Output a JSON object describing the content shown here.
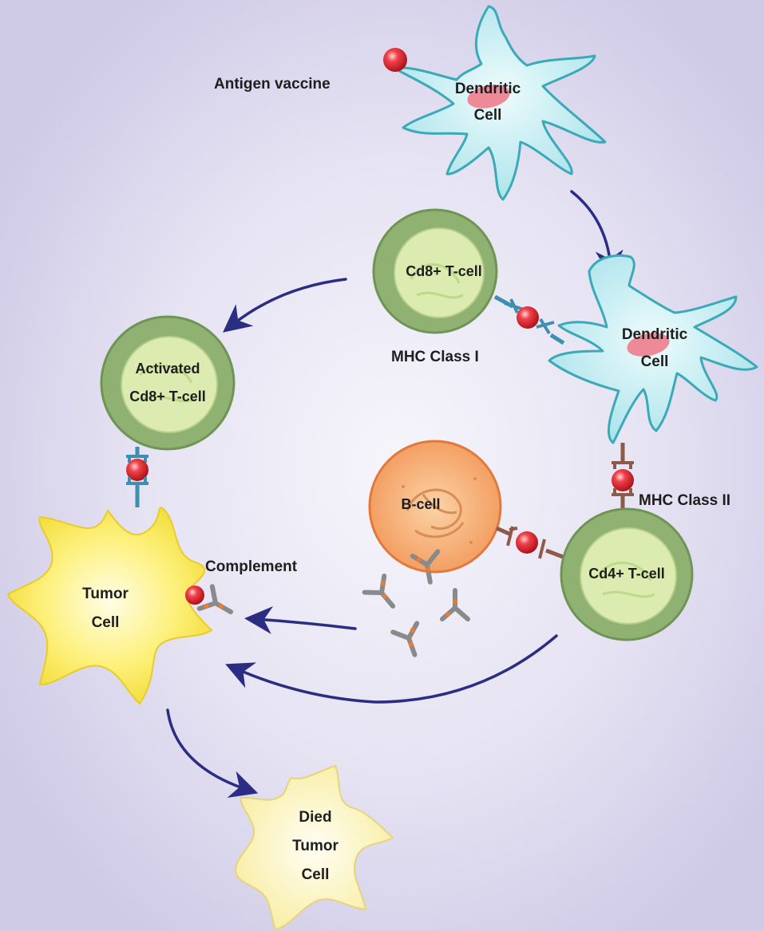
{
  "labels": {
    "antigen_vaccine": "Antigen vaccine",
    "dendritic_cell_1": [
      "Dendritic",
      "Cell"
    ],
    "dendritic_cell_2": [
      "Dendritic",
      "Cell"
    ],
    "cd8_t_cell": "Cd8+ T-cell",
    "mhc_class_1": "MHC Class I",
    "activated_cd8_t_cell": [
      "Activated",
      "Cd8+ T-cell"
    ],
    "mhc_class_2": "MHC Class II",
    "b_cell": "B-cell",
    "cd4_t_cell": "Cd4+ T-cell",
    "complement": "Complement",
    "tumor_cell": [
      "Tumor",
      "Cell"
    ],
    "died_tumor_cell": [
      "Died",
      "Tumor",
      "Cell"
    ]
  },
  "colors": {
    "background": "#d7d3ec",
    "background_glow": "#f3f2fa",
    "dendritic_fill": "#c8eef2",
    "dendritic_stroke": "#3aa9b8",
    "nucleus": "#ee8a98",
    "t_cell_outer": "#8fb272",
    "t_cell_inner": "#dcebaf",
    "b_cell_outer": "#f2935a",
    "b_cell_inner": "#f8c08a",
    "tumor_fill": "#fbee5e",
    "died_tumor_fill": "#fcf4b0",
    "antigen": "#e8202a",
    "arrow": "#2b2d83",
    "mhc1_receptor": "#3d8fb0",
    "mhc2_receptor": "#8e5a4a",
    "antibody": "#8a8a8a",
    "antibody_dot": "#ef7b2d"
  }
}
